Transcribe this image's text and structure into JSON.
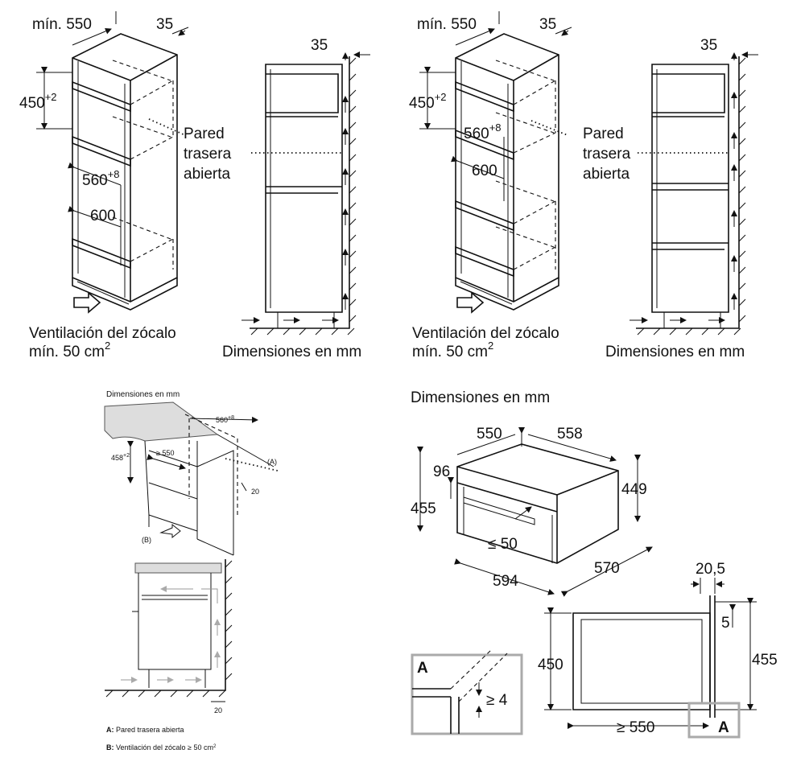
{
  "panel_tl": {
    "dim_width": "mín. 550",
    "dim_gap": "35",
    "dim_height_base": "450",
    "dim_height_sup": "+2",
    "dim_inner_base": "560",
    "dim_inner_sup": "+8",
    "dim_600": "600",
    "wall_l1": "Pared",
    "wall_l2": "trasera",
    "wall_l3": "abierta",
    "side_gap": "35",
    "vent_l1": "Ventilación del zócalo",
    "vent_l2_base": "mín. 50 cm",
    "vent_l2_sup": "2",
    "dims_caption": "Dimensiones en mm"
  },
  "panel_tr": {
    "dim_width": "mín. 550",
    "dim_gap": "35",
    "dim_height_base": "450",
    "dim_height_sup": "+2",
    "dim_inner_base": "560",
    "dim_inner_sup": "+8",
    "dim_600": "600",
    "wall_l1": "Pared",
    "wall_l2": "trasera",
    "wall_l3": "abierta",
    "side_gap": "35",
    "vent_l1": "Ventilación del zócalo",
    "vent_l2_base": "mín. 50 cm",
    "vent_l2_sup": "2",
    "dims_caption": "Dimensiones en mm"
  },
  "panel_bl": {
    "caption": "Dimensiones en mm",
    "dim_560_base": "560",
    "dim_560_sup": "+8",
    "dim_458_base": "458",
    "dim_458_sup": "+2",
    "dim_550": "≥ 550",
    "label_a": "(A)",
    "label_b": "(B)",
    "dim_20_top": "20",
    "dim_20_bottom": "20",
    "legend_a_key": "A:",
    "legend_a_text": " Pared trasera abierta",
    "legend_b_key": "B:",
    "legend_b_text": " Ventilación del zócalo ≥ 50 cm",
    "legend_b_sup": "2"
  },
  "panel_br": {
    "caption": "Dimensiones en mm",
    "d550": "550",
    "d558": "558",
    "d96": "96",
    "d449": "449",
    "d455": "455",
    "d50": "≤ 50",
    "d570": "570",
    "d594": "594",
    "d205": "20,5",
    "d5": "5",
    "d450": "450",
    "d455b": "455",
    "d550b": "≥ 550",
    "labelA": "A",
    "detailA": "A",
    "d4": "≥ 4"
  }
}
